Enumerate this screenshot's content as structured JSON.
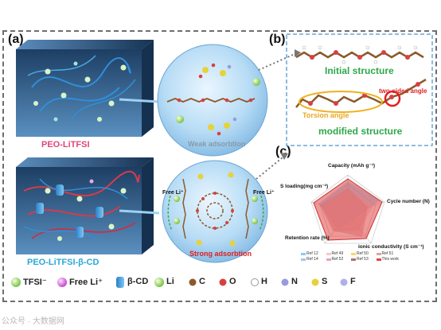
{
  "panels": {
    "a": "(a)",
    "b": "(b)",
    "c": "(c)"
  },
  "box_labels": {
    "top": "PEO-LiTFSI",
    "bottom": "PEO-LiTFSI-β-CD"
  },
  "circle_labels": {
    "top": "Weak adsorbtion",
    "bottom": "Strong adsorbtion"
  },
  "free_li": "Free Li⁺",
  "structure": {
    "initial": "Initial structure",
    "modified": "modified structure",
    "torsion": "Torsion angle",
    "two_sided": "two-sided angle"
  },
  "radar": {
    "axes": {
      "capacity": "Capacity (mAh g⁻¹)",
      "cycle": "Cycle number (N)",
      "conductivity": "ionic conductivity (S cm⁻¹)",
      "retention": "Retention rate (%)",
      "loading": "S loading(mg cm⁻²)"
    },
    "legend": [
      "Ref 12",
      "Ref 49",
      "Ref 50",
      "Ref 51",
      "Ref 14",
      "Ref 52",
      "Ref 53",
      "This work"
    ],
    "legend_colors": [
      "#8ec9f2",
      "#f5c9c9",
      "#f7d76b",
      "#d9a7a7",
      "#a9c4e8",
      "#e9a1c0",
      "#b56b6b",
      "#e24444"
    ]
  },
  "legend": {
    "tfsi": "TFSI⁻",
    "free_li": "Free Li⁺",
    "bcd": "β-CD",
    "li": "Li",
    "c": "C",
    "o": "O",
    "h": "H",
    "n": "N",
    "s": "S",
    "f": "F"
  },
  "watermark": "公众号 · 大数据网"
}
